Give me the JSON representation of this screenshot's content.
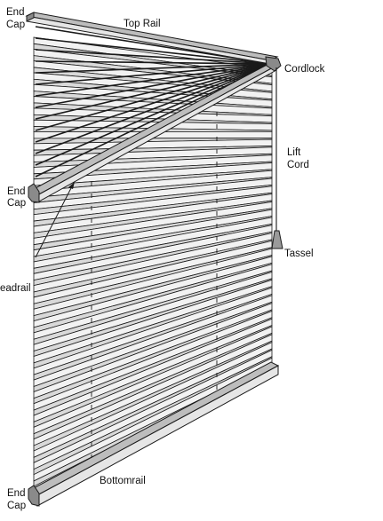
{
  "labels": {
    "end_cap_top": [
      "End",
      "Cap"
    ],
    "top_rail": "Top Rail",
    "cordlock": "Cordlock",
    "lift_cord": [
      "Lift",
      "Cord"
    ],
    "end_cap_middle": [
      "End",
      "Cap"
    ],
    "tassel": "Tassel",
    "headrail": "eadrail",
    "bottomrail": "Bottomrail",
    "end_cap_bottom": [
      "End",
      "Cap"
    ]
  },
  "colors": {
    "stroke": "#1a1a1a",
    "pleat_top": "#f2f2f2",
    "pleat_side": "#d9d9d9",
    "rail_top": "#bdbdbd",
    "rail_front": "#e6e6e6",
    "end_cap": "#8a8a8a"
  }
}
